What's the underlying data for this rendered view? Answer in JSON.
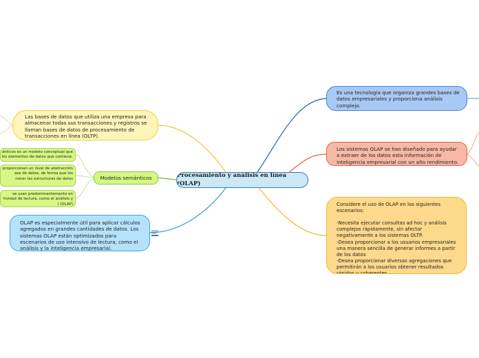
{
  "central": {
    "title": "Procesamiento y análisis en línea (OLAP)"
  },
  "right": {
    "top": "Es una tecnología que organiza grandes bases de datos empresariales y proporciona análisis complejo.",
    "mid": "Los sistemas OLAP se han diseñado para ayudar a extraer de los datos esta información de inteligencia empresarial con un alto rendimiento.",
    "bottom": "Considere el uso de OLAP en los siguientes escenarios:\n\n-Necesita ejecutar consultas ad hoc y análisis complejos rápidamente, sin afectar negativamente a los sistemas OLTP.\n-Desea proporcionar a los usuarios empresariales una manera sencilla de generar informes a partir de los datos\n-Desea proporcionar diversas agregaciones que permitirán a los usuarios obtener resultados rápidos y coherentes."
  },
  "left": {
    "top": "Las bases de datos que utiliza una empresa para almacenar todas sus transacciones y registros se llaman bases de datos de procesamiento de transacciones en línea (OLTP).",
    "mid": "Modelos semánticos",
    "bottom": "OLAP es especialmente útil para aplicar cálculos agregados en grandes cantidades de datos. Los sistemas OLAP están optimizados para escenarios de uso intensivo de lectura, como el análisis y la inteligencia empresarial.",
    "subs": [
      "ánticos es un modelo conceptual que\nlos elementos de datos que contiene.",
      "proporcionan un nivel de abstracción\nase de datos, de forma que los\nnocer las estructuras de datos",
      "se usan predominantemente en\ntividad de lectura, como el análisis y\nl (OLAP)"
    ]
  },
  "colors": {
    "right_top": "#3a7fd9",
    "right_mid": "#e4603a",
    "right_bottom": "#f2b730",
    "left_top": "#ecd23e",
    "left_mid": "#8bc53f",
    "left_bottom": "#3da3dc"
  },
  "icons": {
    "note": "note-lines-icon"
  }
}
